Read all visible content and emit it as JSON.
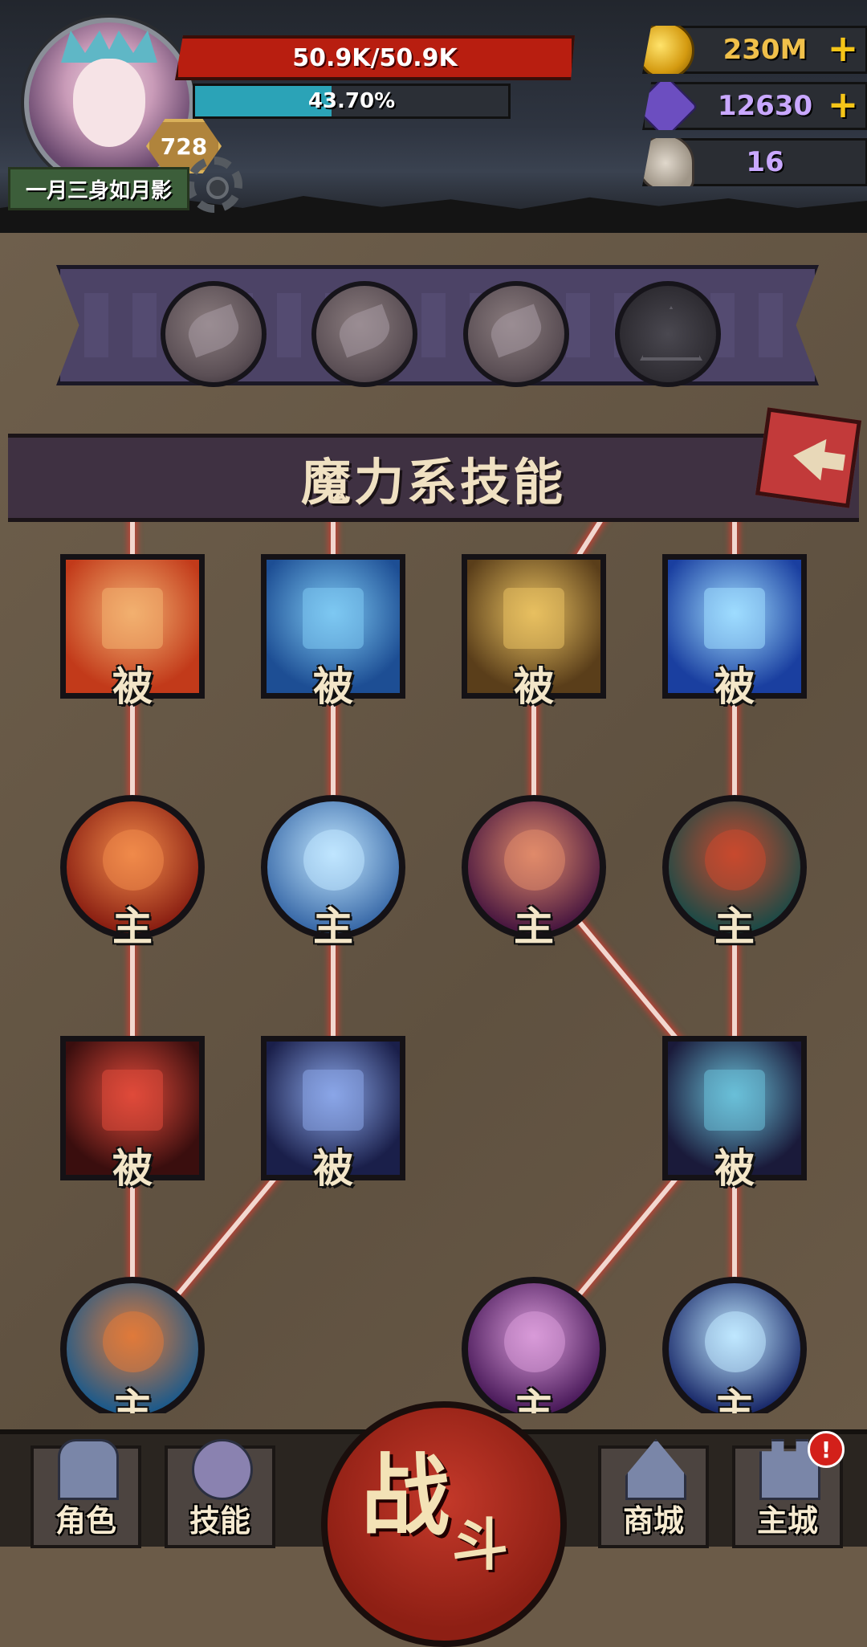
{
  "player": {
    "name": "一月三身如月影",
    "level": "728",
    "hp_text": "50.9K/50.9K",
    "xp_text": "43.70%",
    "xp_fraction": 0.437
  },
  "resources": [
    {
      "name": "gold",
      "value": "230M",
      "plus": "+",
      "color": "#f0c04a"
    },
    {
      "name": "gem",
      "value": "12630",
      "plus": "+",
      "color": "#c9a8ff"
    },
    {
      "name": "horn",
      "value": "16",
      "plus": "",
      "color": "#c9a8ff"
    }
  ],
  "slot_bar": {
    "slots": [
      "leaf",
      "leaf",
      "leaf",
      "eye"
    ]
  },
  "section": {
    "title": "魔力系技能"
  },
  "skills": [
    {
      "id": "flame-aura",
      "shape": "square",
      "label": "被",
      "colors": [
        "#f2b070",
        "#c23a1a"
      ]
    },
    {
      "id": "ice-crystal",
      "shape": "square",
      "label": "被",
      "colors": [
        "#7dc8f2",
        "#1d4e94"
      ]
    },
    {
      "id": "golden-golem",
      "shape": "square",
      "label": "被",
      "colors": [
        "#e8c060",
        "#5a3e1a"
      ]
    },
    {
      "id": "lightning-storm",
      "shape": "square",
      "label": "被",
      "colors": [
        "#9edcff",
        "#1a3fa0"
      ]
    },
    {
      "id": "fire-tornado",
      "shape": "round",
      "label": "主",
      "colors": [
        "#f08a4a",
        "#8a1f12"
      ]
    },
    {
      "id": "ice-spikes",
      "shape": "round",
      "label": "主",
      "colors": [
        "#c0e6ff",
        "#3a6aa8"
      ]
    },
    {
      "id": "dark-tentacles",
      "shape": "round",
      "label": "主",
      "colors": [
        "#e08a6a",
        "#4a1840"
      ]
    },
    {
      "id": "rune-seal",
      "shape": "round",
      "label": "主",
      "colors": [
        "#c8492e",
        "#1d4a46"
      ]
    },
    {
      "id": "fire-dragon",
      "shape": "square",
      "label": "被",
      "colors": [
        "#e04a3a",
        "#3a0e0e"
      ]
    },
    {
      "id": "frost-dragon",
      "shape": "square",
      "label": "被",
      "colors": [
        "#8aa6e8",
        "#1a1f4a"
      ]
    },
    {
      "id": "meditation",
      "shape": "square",
      "label": "被",
      "colors": [
        "#6ac0d8",
        "#1a1a3a"
      ]
    },
    {
      "id": "chaos-vortex",
      "shape": "round",
      "label": "主",
      "colors": [
        "#e07a3a",
        "#1d5a8a"
      ]
    },
    {
      "id": "arcane-sword",
      "shape": "round",
      "label": "主",
      "colors": [
        "#d89ad8",
        "#4a1a5a"
      ]
    },
    {
      "id": "thunder-orb",
      "shape": "round",
      "label": "主",
      "colors": [
        "#bfe8ff",
        "#1a2a6a"
      ]
    }
  ],
  "nav": {
    "role": "角色",
    "skills": "技能",
    "fight_big": "战",
    "fight_small": "斗",
    "shop": "商城",
    "city": "主城",
    "alert": "!"
  }
}
